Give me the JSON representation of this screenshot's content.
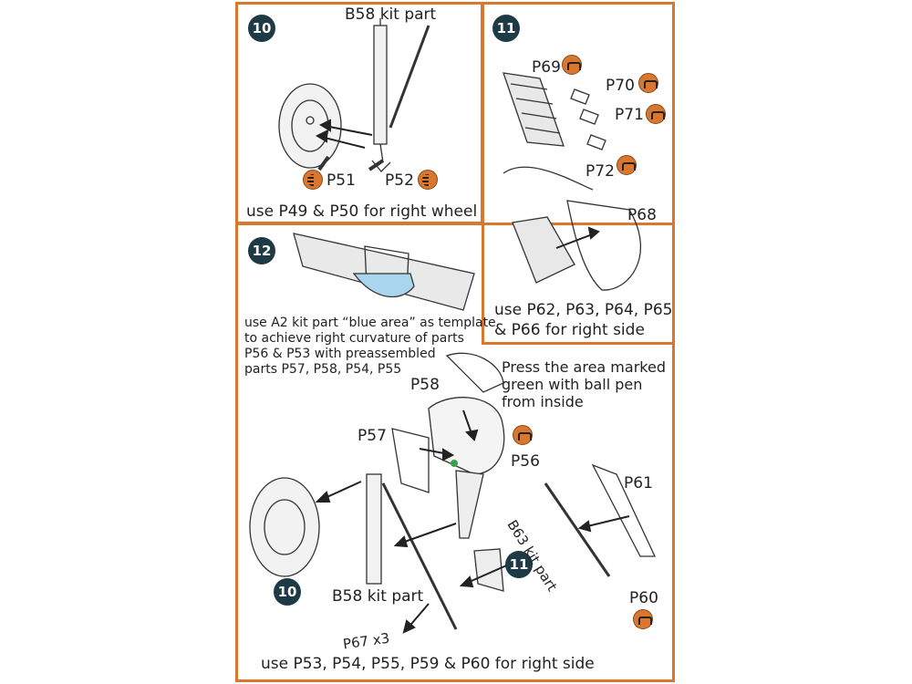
{
  "steps": {
    "s10a": "10",
    "s11a": "11",
    "s12": "12",
    "s10b": "10",
    "s11b": "11"
  },
  "panel10": {
    "kit_part": "B58 kit part",
    "p51": "P51",
    "p52": "P52",
    "note": "use P49 & P50 for right wheel"
  },
  "panel11": {
    "p69": "P69",
    "p70": "P70",
    "p71": "P71",
    "p72": "P72",
    "p68": "P68",
    "note_line1": "use P62, P63, P64, P65",
    "note_line2": "& P66 for right side"
  },
  "panel12": {
    "note_lines": [
      "use A2 kit part “blue area” as template",
      "to achieve right curvature of parts",
      "P56 & P53 with preassembled",
      "parts P57, P58, P54, P55"
    ],
    "press_lines": [
      "Press the area marked",
      "green with ball pen",
      "from inside"
    ],
    "p58": "P58",
    "p57": "P57",
    "p56": "P56",
    "p61": "P61",
    "p60": "P60",
    "b63": "B63 kit part",
    "b58": "B58 kit part",
    "p67": "P67 x3",
    "bottom_note": "use P53, P54, P55, P59 & P60 for right side"
  },
  "colors": {
    "frame": "#d9772e",
    "badge": "#1e3a44",
    "icon": "#d9772e",
    "template_blue": "#a9d6ee",
    "press_green": "#3aa04a"
  }
}
